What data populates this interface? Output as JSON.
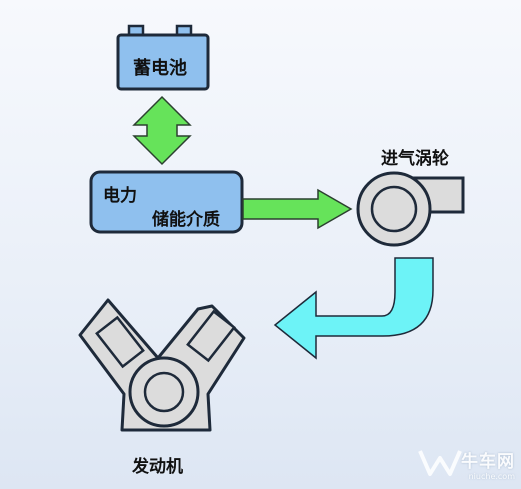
{
  "labels": {
    "battery": "蓄电池",
    "medium_line1": "电力",
    "medium_line2": "储能介质",
    "turbo": "进气涡轮",
    "engine": "发动机"
  },
  "watermark": {
    "title": "牛车网",
    "subtitle": "niuche.com"
  },
  "colors": {
    "box_fill": "#8fc0ee",
    "box_stroke": "#1e2a3a",
    "green_arrow": "#66e35a",
    "cyan_arrow": "#6df3f7",
    "part_gray": "#dcdcdc",
    "background": "#eef2f9"
  },
  "icons": [
    "battery-icon",
    "turbo-icon",
    "engine-icon",
    "watermark-logo-icon"
  ]
}
